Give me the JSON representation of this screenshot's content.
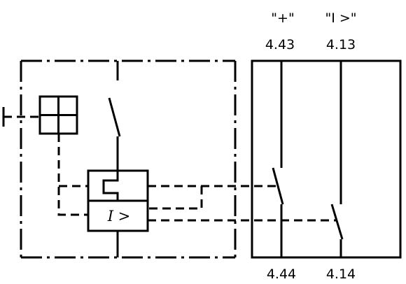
{
  "contacts": {
    "left": {
      "top_label": "\"+\"",
      "terminal_top": "4.43",
      "terminal_bottom": "4.44"
    },
    "right": {
      "top_label": "\"I >\"",
      "terminal_top": "4.13",
      "terminal_bottom": "4.14"
    }
  },
  "trip_block_label": "I >"
}
